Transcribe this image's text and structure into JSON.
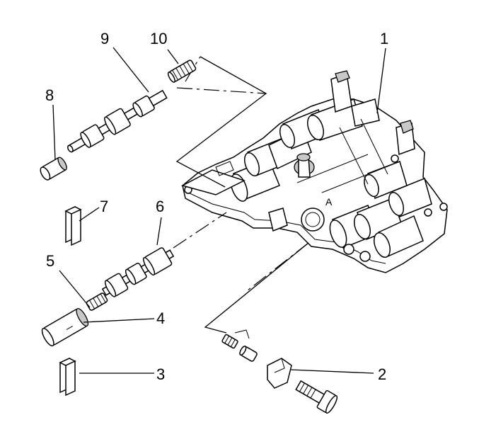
{
  "callouts": {
    "c1": "1",
    "c2": "2",
    "c3": "3",
    "c4": "4",
    "c5": "5",
    "c6": "6",
    "c7": "7",
    "c8": "8",
    "c9": "9",
    "c10": "10"
  },
  "body_mark": "A"
}
